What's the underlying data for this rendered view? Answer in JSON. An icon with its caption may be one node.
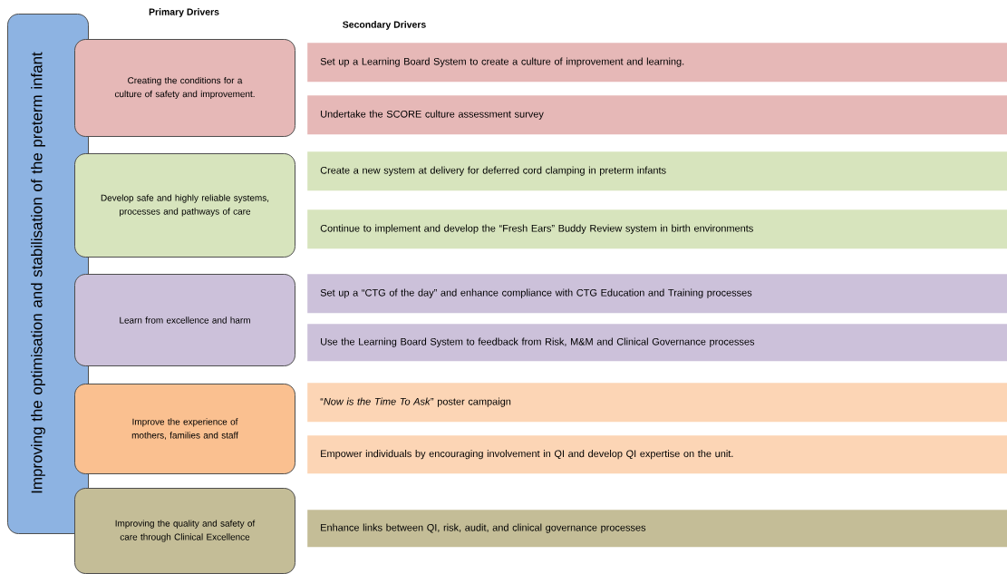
{
  "diagram": {
    "nodes": [
      {
        "text": [
          "Improving the optimisation and stabilisation of the preterm infant"
        ]
      },
      {
        "text": [
          "Creating the conditions for a culture of safety and improvement."
        ]
      },
      {
        "text": [
          "Develop safe and highly reliable systems, processes and pathways of care"
        ]
      },
      {
        "text": [
          "Learn from excellence and harm"
        ]
      },
      {
        "text": [
          "Improve the experience of mothers, families and staff"
        ]
      },
      {
        "text": [
          "Improving the quality and safety of care through Clinical Excellence"
        ]
      },
      {
        "text": [
          "Set up a Learning Board System to create a culture of improvement and learning."
        ]
      },
      {
        "text": [
          "Undertake the SCORE culture assessment survey"
        ]
      },
      {
        "text": [
          "Create a new system at delivery for deferred cord clamping in preterm infants"
        ]
      },
      {
        "text": [
          "Continue to implement and develop the “Fresh Ears” Buddy Review system in birth environments"
        ]
      },
      {
        "text": [
          "Set up a “CTG of the day” and enhance compliance with CTG Education and Training processes"
        ]
      },
      {
        "text": [
          "Use the Learning Board System to feedback from Risk, M&M and Clinical Governance processes"
        ]
      },
      {
        "text": [
          "“*Now is the Time To Ask*” poster campaign"
        ]
      },
      {
        "text": [
          "Empower individuals by encouraging involvement in QI and develop QI expertise on the unit."
        ]
      },
      {
        "text": [
          "Enhance links between QI, risk, audit, and clinical governance processes"
        ]
      }
    ],
    "labels": [
      "Primary Drivers",
      "Secondary Drivers"
    ]
  }
}
